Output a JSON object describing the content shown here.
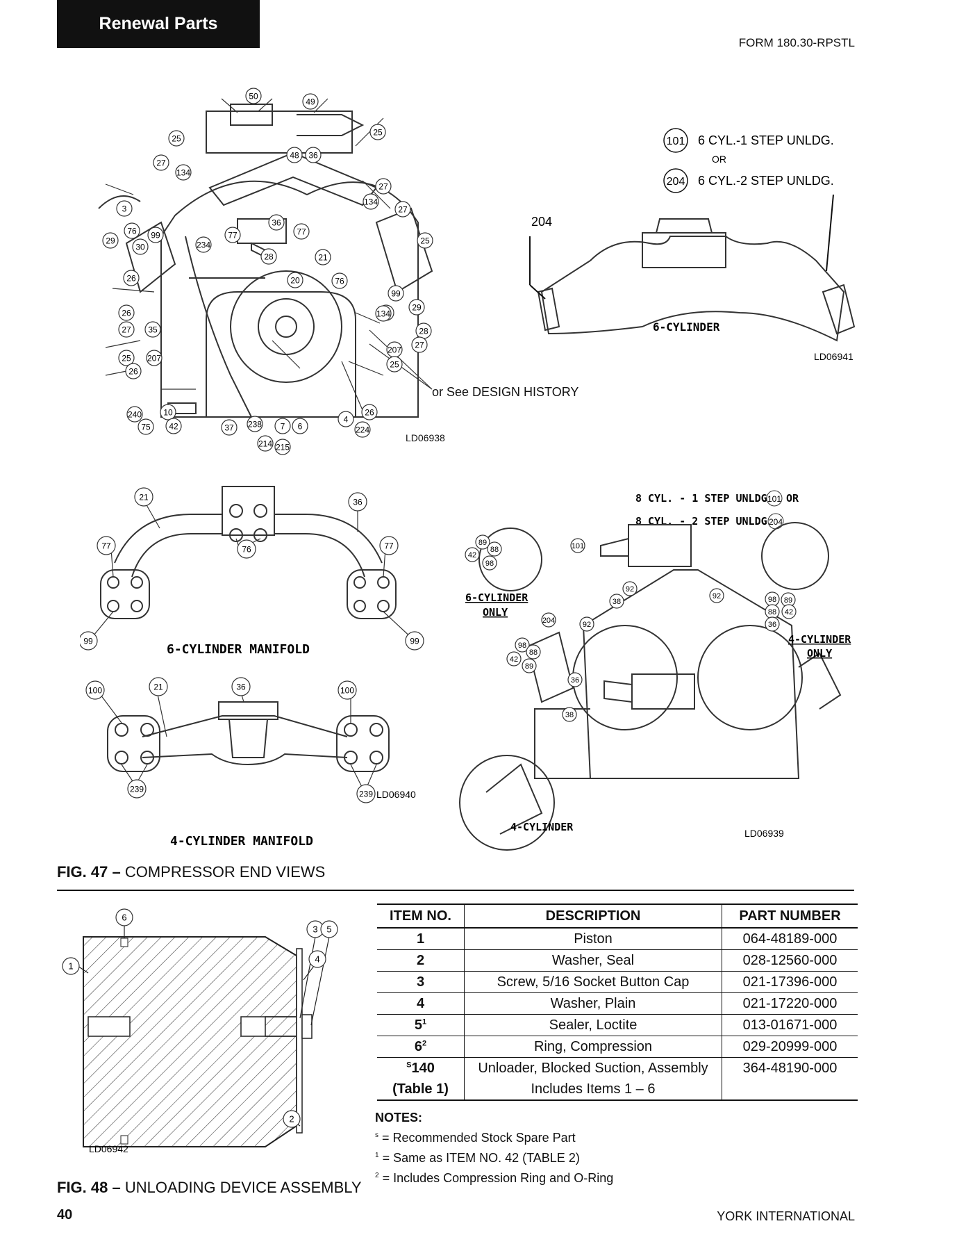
{
  "header": {
    "section_tab": "Renewal Parts",
    "form_number": "FORM 180.30-RPSTL"
  },
  "fig47": {
    "label": "FIG. 47 –",
    "title": "COMPRESSOR END VIEWS",
    "view1_code": "LD06938",
    "view1_note": "or See DESIGN HISTORY",
    "view2_code": "LD06941",
    "view2_legend": {
      "item_a_no": "101",
      "item_a_text": "6 CYL.-1 STEP UNLDG.",
      "or_text": "OR",
      "item_b_no": "204",
      "item_b_text": "6 CYL.-2 STEP UNLDG.",
      "pointer_204": "204",
      "body_label": "6-CYLINDER"
    },
    "manifold_code": "LD06940",
    "manifold6_label": "6-CYLINDER MANIFOLD",
    "manifold4_label": "4-CYLINDER MANIFOLD",
    "view3_code": "LD06939",
    "view3_line1": "8 CYL. - 1 STEP UNLDG.",
    "view3_line1_no": "101",
    "view3_line1_or": "OR",
    "view3_line2": "8 CYL. - 2 STEP UNLDG.",
    "view3_line2_no": "204",
    "view3_6cyl": "6-CYLINDER",
    "view3_6cyl_only": "ONLY",
    "view3_4cyl": "4-CYLINDER",
    "view3_4cyl_only": "ONLY",
    "view3_4cyl_detail": "4-CYLINDER",
    "balloons_view1": [
      "50",
      "49",
      "25",
      "48",
      "36",
      "25",
      "27",
      "134",
      "27",
      "134",
      "27",
      "3",
      "76",
      "99",
      "29",
      "30",
      "26",
      "77",
      "234",
      "28",
      "36",
      "77",
      "21",
      "25",
      "20",
      "76",
      "99",
      "35",
      "26",
      "134",
      "29",
      "27",
      "35",
      "25",
      "207",
      "26",
      "28",
      "27",
      "207",
      "25",
      "240",
      "10",
      "75",
      "42",
      "37",
      "238",
      "7",
      "6",
      "4",
      "224",
      "26",
      "214",
      "215"
    ],
    "balloons_manifold6": [
      "21",
      "36",
      "77",
      "76",
      "77",
      "99",
      "99"
    ],
    "balloons_manifold4": [
      "100",
      "21",
      "36",
      "100",
      "239",
      "239"
    ],
    "balloons_view3": [
      "89",
      "88",
      "42",
      "98",
      "101",
      "92",
      "38",
      "204",
      "92",
      "98",
      "88",
      "42",
      "89",
      "38",
      "92",
      "98",
      "89",
      "88",
      "42",
      "36",
      "36"
    ]
  },
  "fig48": {
    "label": "FIG. 48 –",
    "title": "UNLOADING DEVICE ASSEMBLY",
    "drawing_code": "LD06942",
    "balloons": [
      "6",
      "3",
      "5",
      "1",
      "4",
      "2"
    ],
    "table": {
      "headers": [
        "ITEM NO.",
        "DESCRIPTION",
        "PART NUMBER"
      ],
      "rows": [
        {
          "item": "1",
          "sup": "",
          "pre": "",
          "desc": "Piston",
          "part": "064-48189-000"
        },
        {
          "item": "2",
          "sup": "",
          "pre": "",
          "desc": "Washer, Seal",
          "part": "028-12560-000"
        },
        {
          "item": "3",
          "sup": "",
          "pre": "",
          "desc": "Screw, 5/16 Socket Button Cap",
          "part": "021-17396-000"
        },
        {
          "item": "4",
          "sup": "",
          "pre": "",
          "desc": "Washer, Plain",
          "part": "021-17220-000"
        },
        {
          "item": "5",
          "sup": "1",
          "pre": "",
          "desc": "Sealer, Loctite",
          "part": "013-01671-000"
        },
        {
          "item": "6",
          "sup": "2",
          "pre": "",
          "desc": "Ring, Compression",
          "part": "029-20999-000"
        },
        {
          "item": "140",
          "sup": "",
          "pre": "S",
          "desc": "Unloader, Blocked Suction, Assembly",
          "part": "364-48190-000"
        }
      ],
      "last_row": {
        "item": "(Table 1)",
        "desc": "Includes Items 1 – 6",
        "part": ""
      }
    },
    "notes": {
      "title": "NOTES:",
      "n1_sym": "s",
      "n1": " = Recommended Stock Spare Part",
      "n2_sym": "1",
      "n2": " = Same as ITEM NO. 42 (TABLE 2)",
      "n3_sym": "2",
      "n3": " = Includes Compression Ring and O-Ring"
    }
  },
  "footer": {
    "page_number": "40",
    "company": "YORK INTERNATIONAL"
  }
}
